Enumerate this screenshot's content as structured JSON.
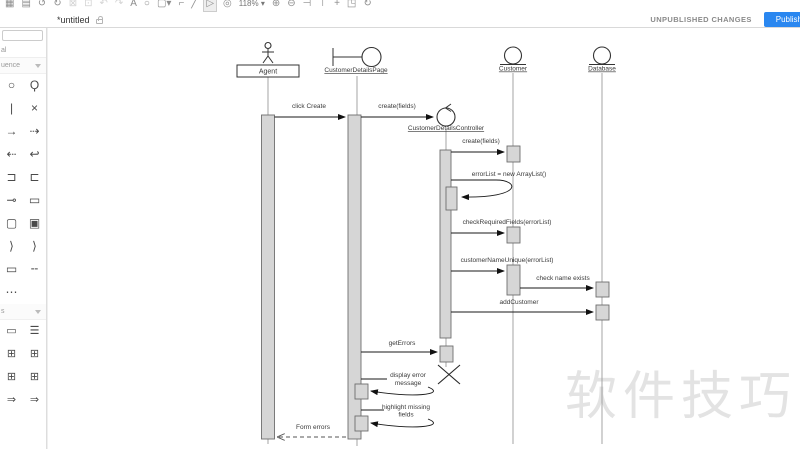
{
  "toolbar": {
    "icons": [
      {
        "name": "insert-image-icon",
        "glyph": "▦"
      },
      {
        "name": "insert-chart-icon",
        "glyph": "▤"
      },
      {
        "name": "revision-history-icon",
        "glyph": "↺"
      },
      {
        "name": "refresh-icon",
        "glyph": "↻"
      },
      {
        "name": "cut-icon",
        "glyph": "⊠",
        "disabled": true
      },
      {
        "name": "copy-icon",
        "glyph": "⊡",
        "disabled": true
      },
      {
        "name": "undo-icon",
        "glyph": "↶",
        "disabled": true
      },
      {
        "name": "redo-icon",
        "glyph": "↷",
        "disabled": true
      },
      {
        "name": "text-tool-icon",
        "glyph": "A"
      },
      {
        "name": "ellipse-tool-icon",
        "glyph": "○"
      },
      {
        "name": "shape-tool-icon",
        "glyph": "▢▾"
      },
      {
        "name": "connector-tool-icon",
        "glyph": "⌐"
      },
      {
        "name": "line-tool-icon",
        "glyph": "╱"
      },
      {
        "name": "select-tool-icon",
        "glyph": "▷",
        "active": true
      },
      {
        "name": "pan-tool-icon",
        "glyph": "◎"
      },
      {
        "name": "zoom-select",
        "glyph": "118% ▾",
        "zoom": true
      },
      {
        "name": "zoom-in-icon",
        "glyph": "⊕"
      },
      {
        "name": "zoom-out-icon",
        "glyph": "⊖"
      },
      {
        "name": "align-left-icon",
        "glyph": "⊣"
      },
      {
        "name": "align-top-icon",
        "glyph": "⊤"
      },
      {
        "name": "add-icon",
        "glyph": "+"
      },
      {
        "name": "layout-icon",
        "glyph": "◳"
      },
      {
        "name": "share-icon",
        "glyph": "↻"
      }
    ]
  },
  "titlebar": {
    "document_title": "*untitled",
    "status": "UNPUBLISHED CHANGES",
    "publish_label": "Publish"
  },
  "sidebar": {
    "group_fragment": "al",
    "sections": [
      {
        "label": "uence",
        "shapes": [
          {
            "name": "circle-shape",
            "glyph": "○"
          },
          {
            "name": "lifeline-shape",
            "glyph": "Ϙ"
          },
          {
            "name": "activation-shape",
            "glyph": "|"
          },
          {
            "name": "destroy-x-shape",
            "glyph": "×"
          },
          {
            "name": "sync-arrow-shape",
            "glyph": "→"
          },
          {
            "name": "async-arrow-shape",
            "glyph": "⇢"
          },
          {
            "name": "return-arrow-shape",
            "glyph": "⇠"
          },
          {
            "name": "self-message-shape",
            "glyph": "↩"
          },
          {
            "name": "activation-arrow-shape",
            "glyph": "⊐"
          },
          {
            "name": "activation-arrow-alt-shape",
            "glyph": "⊏"
          },
          {
            "name": "found-message-shape",
            "glyph": "⊸"
          },
          {
            "name": "frame-shape",
            "glyph": "▭"
          },
          {
            "name": "fragment-shape",
            "glyph": "▢"
          },
          {
            "name": "fragment-alt-shape",
            "glyph": "▣"
          },
          {
            "name": "bracket-shape",
            "glyph": "⟩"
          },
          {
            "name": "bracket-alt-shape",
            "glyph": "⟩"
          },
          {
            "name": "note-shape",
            "glyph": "▭"
          },
          {
            "name": "dashed-line-shape",
            "glyph": "╌"
          },
          {
            "name": "dots-shape",
            "glyph": "⋯"
          }
        ]
      },
      {
        "label": "s",
        "shapes": [
          {
            "name": "rect-shape",
            "glyph": "▭"
          },
          {
            "name": "table-shape",
            "glyph": "☰"
          },
          {
            "name": "class-shape",
            "glyph": "⊞"
          },
          {
            "name": "class-alt-shape",
            "glyph": "⊞"
          },
          {
            "name": "small-table-shape",
            "glyph": "⊞"
          },
          {
            "name": "small-table-alt-shape",
            "glyph": "⊞"
          },
          {
            "name": "block-arrow-shape",
            "glyph": "⇒"
          },
          {
            "name": "block-arrow-alt-shape",
            "glyph": "⇒"
          }
        ]
      }
    ]
  },
  "diagram": {
    "participants": {
      "agent": "Agent",
      "page": "CustomerDetailsPage",
      "controller": "CustomerDetailsController",
      "customer": "Customer",
      "database": "Database"
    },
    "messages": {
      "click_create": "click Create",
      "create_fields_1": "create(fields)",
      "create_fields_2": "create(fields)",
      "error_list": "errorList = new ArrayList()",
      "check_required": "checkRequiredFields(errorList)",
      "name_unique": "customerNameUnique(errorList)",
      "check_name_exists": "check name exists",
      "add_customer": "addCustomer",
      "get_errors": "getErrors",
      "display_error_1": "display error",
      "display_error_2": "message",
      "highlight_1": "highlight missing",
      "highlight_2": "fields",
      "form_errors": "Form errors"
    },
    "watermark": "软件技巧"
  }
}
